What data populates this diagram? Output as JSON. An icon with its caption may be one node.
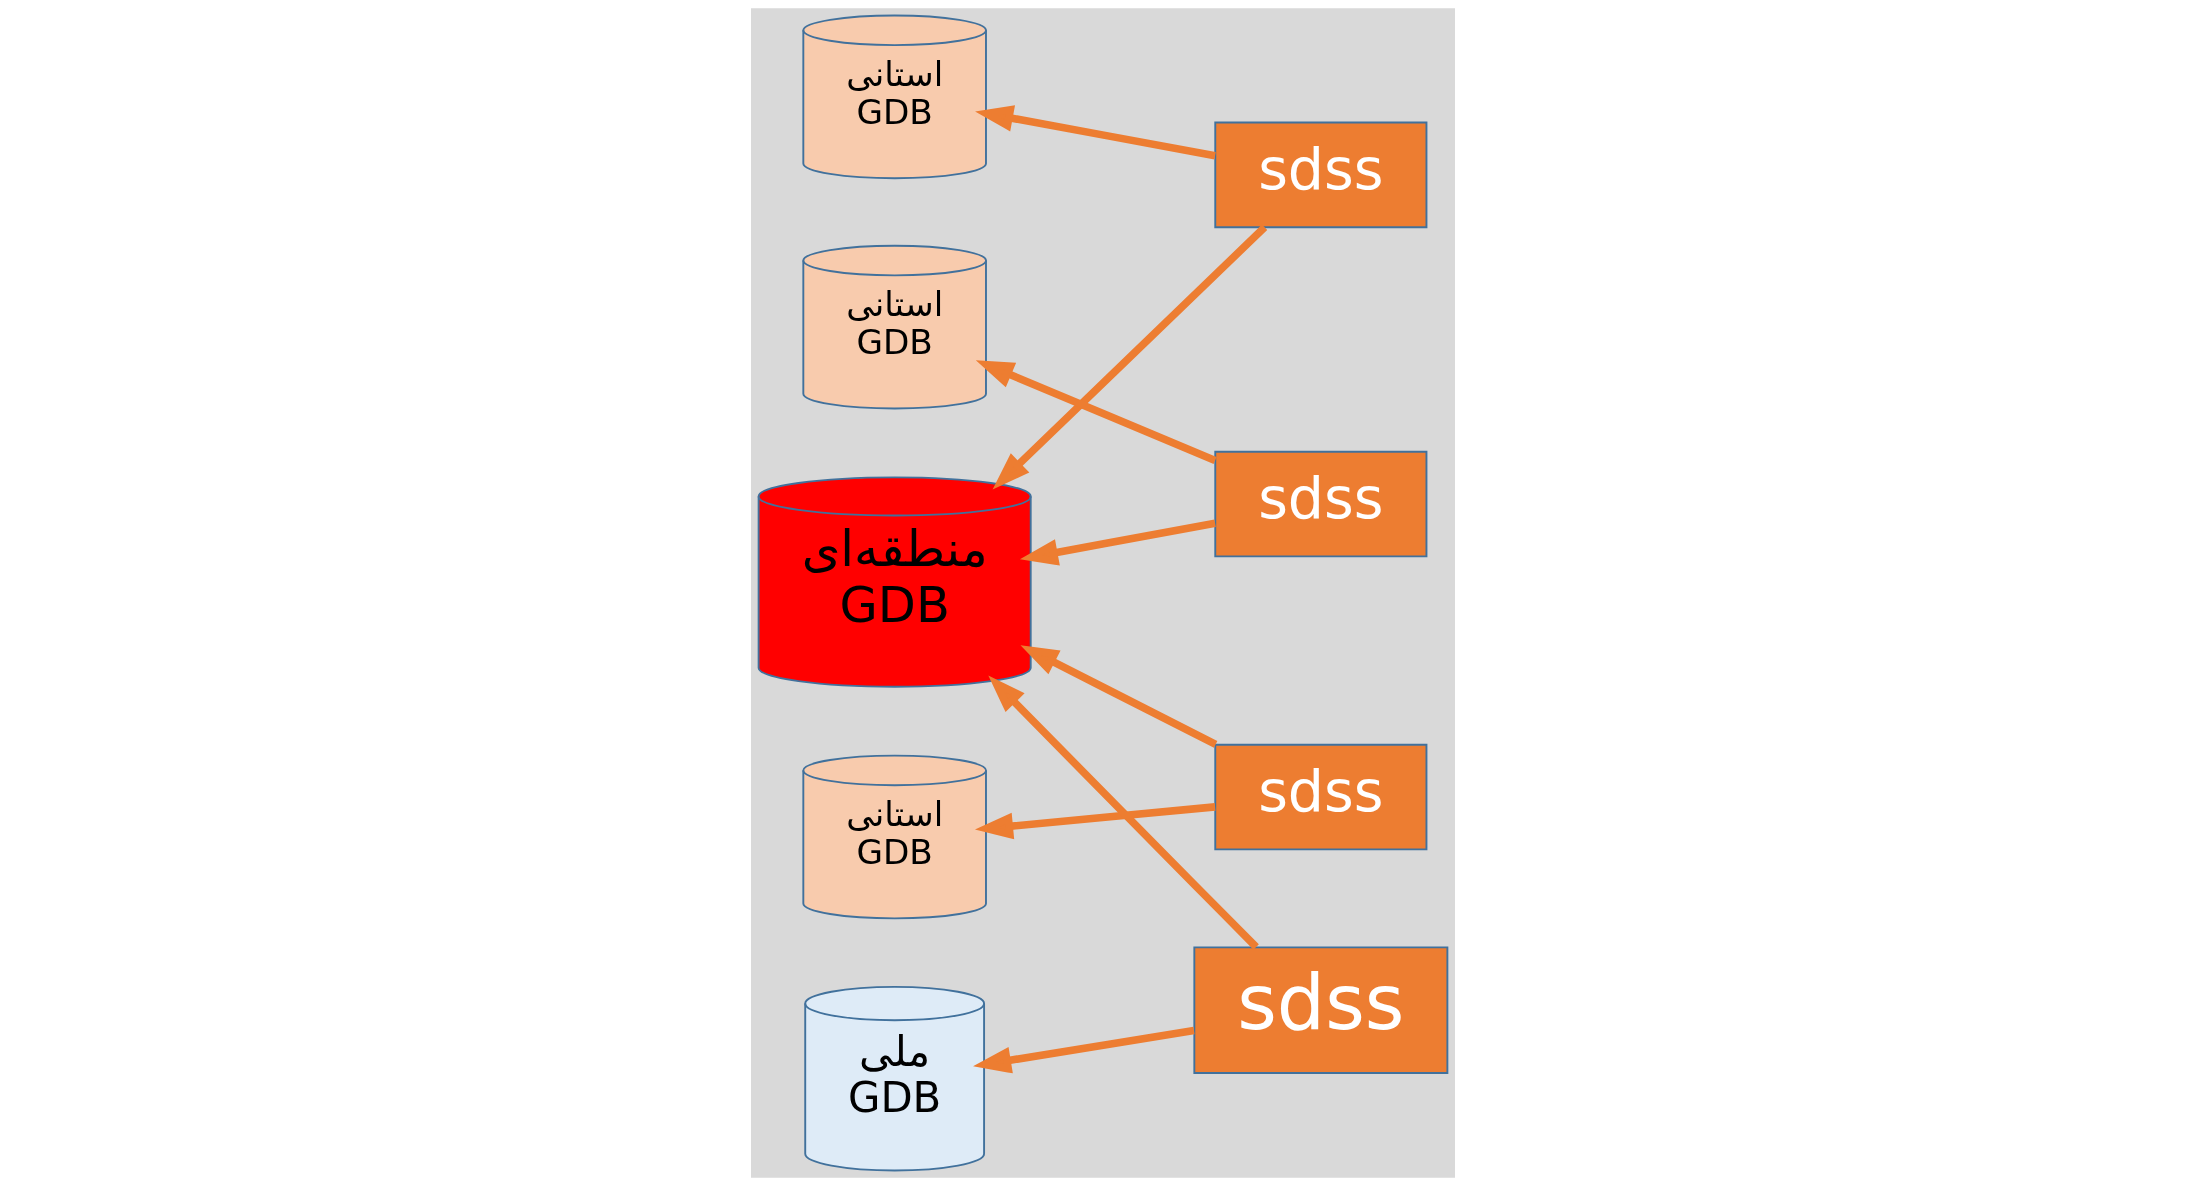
{
  "diagram": {
    "nodes": [
      {
        "text": [
          "استانی",
          "GDB"
        ]
      },
      {
        "text": [
          "sdss"
        ]
      },
      {
        "text": [
          "استانی",
          "GDB"
        ]
      },
      {
        "text": [
          "sdss"
        ]
      },
      {
        "text": [
          "ملی",
          "GDB"
        ]
      },
      {
        "text": [
          "استانی",
          "GDB"
        ]
      },
      {
        "text": [
          "sdss"
        ]
      },
      {
        "text": [
          "sdss"
        ]
      },
      {
        "text": [
          "منطقه‌ای",
          "GDB"
        ]
      }
    ],
    "edges": [
      {
        "from": 1,
        "to": 0,
        "arrow": "to"
      },
      {
        "from": 1,
        "to": 8,
        "arrow": "to"
      },
      {
        "from": 3,
        "to": 2,
        "arrow": "to"
      },
      {
        "from": 3,
        "to": 8,
        "arrow": "to"
      },
      {
        "from": 6,
        "to": 5,
        "arrow": "to"
      },
      {
        "from": 6,
        "to": 8,
        "arrow": "to"
      },
      {
        "from": 7,
        "to": 4,
        "arrow": "to"
      },
      {
        "from": 7,
        "to": 8,
        "arrow": "to"
      }
    ]
  }
}
